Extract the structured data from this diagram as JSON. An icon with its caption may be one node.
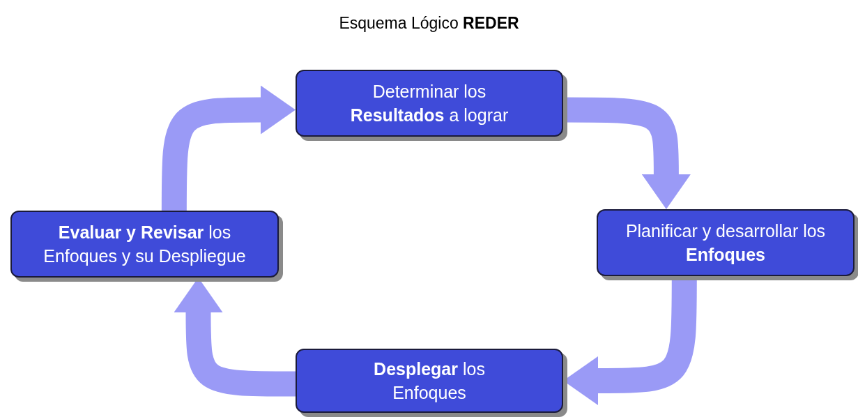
{
  "diagram": {
    "title": "Esquema Lógico **REDER**",
    "nodes": [
      {
        "text": [
          "Determinar los **Resultados** a lograr"
        ]
      },
      {
        "text": [
          "Planificar y desarrollar los **Enfoques**"
        ]
      },
      {
        "text": [
          "**Desplegar** los Enfoques"
        ]
      },
      {
        "text": [
          "**Evaluar y Revisar** los Enfoques y su Despliegue"
        ]
      }
    ],
    "edges": [
      {
        "from": 0,
        "to": 1,
        "arrow": "to"
      },
      {
        "from": 1,
        "to": 2,
        "arrow": "to"
      },
      {
        "from": 2,
        "to": 3,
        "arrow": "to"
      },
      {
        "from": 3,
        "to": 0,
        "arrow": "to"
      }
    ]
  }
}
